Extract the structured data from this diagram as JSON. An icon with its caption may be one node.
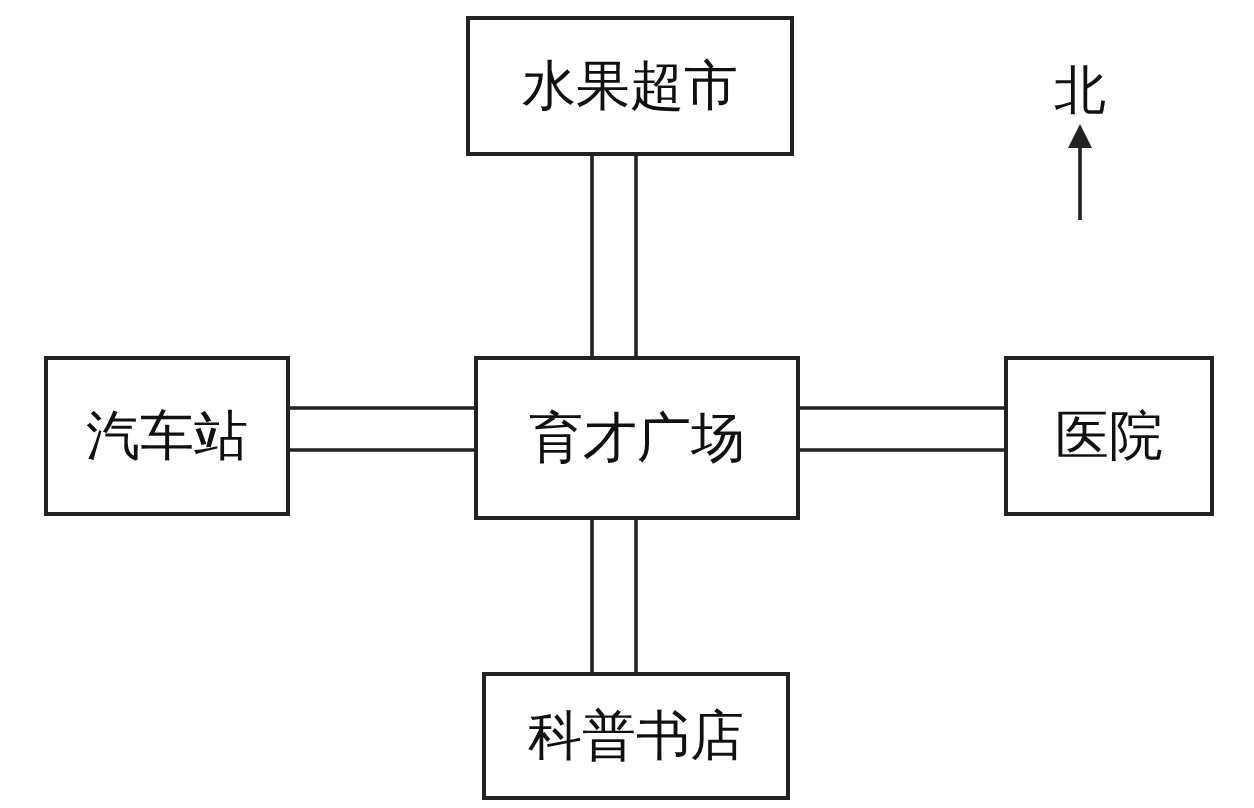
{
  "diagram": {
    "nodes": [
      {
        "text": [
          "水果超市"
        ]
      },
      {
        "text": [
          "汽车站"
        ]
      },
      {
        "text": [
          "育才广场"
        ]
      },
      {
        "text": [
          "医院"
        ]
      },
      {
        "text": [
          "科普书店"
        ]
      }
    ],
    "edges": [
      {
        "from": 2,
        "to": 0,
        "arrow": "none"
      },
      {
        "from": 1,
        "to": 2,
        "arrow": "none"
      },
      {
        "from": 2,
        "to": 3,
        "arrow": "none"
      },
      {
        "from": 2,
        "to": 4,
        "arrow": "none"
      }
    ],
    "labels": [
      "北"
    ]
  }
}
